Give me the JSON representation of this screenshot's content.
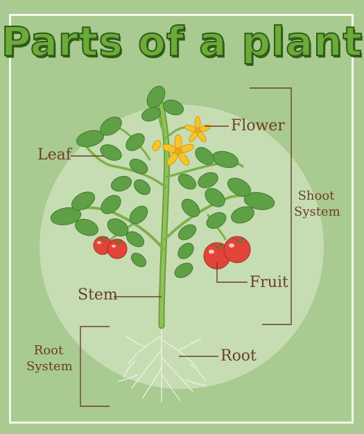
{
  "title": "Parts of a plant",
  "labels": {
    "flower": "Flower",
    "leaf": "Leaf",
    "shoot_system_line1": "Shoot",
    "shoot_system_line2": "System",
    "fruit": "Fruit",
    "stem": "Stem",
    "root": "Root",
    "root_system_line1": "Root",
    "root_system_line2": "System"
  },
  "colors": {
    "background": "#a9ca90",
    "title_fill": "#6cab39",
    "label_text": "#6b3e26",
    "leaf": "#5fa046",
    "stem": "#7fb04a",
    "fruit": "#e2443a",
    "flower": "#f6c52a"
  }
}
